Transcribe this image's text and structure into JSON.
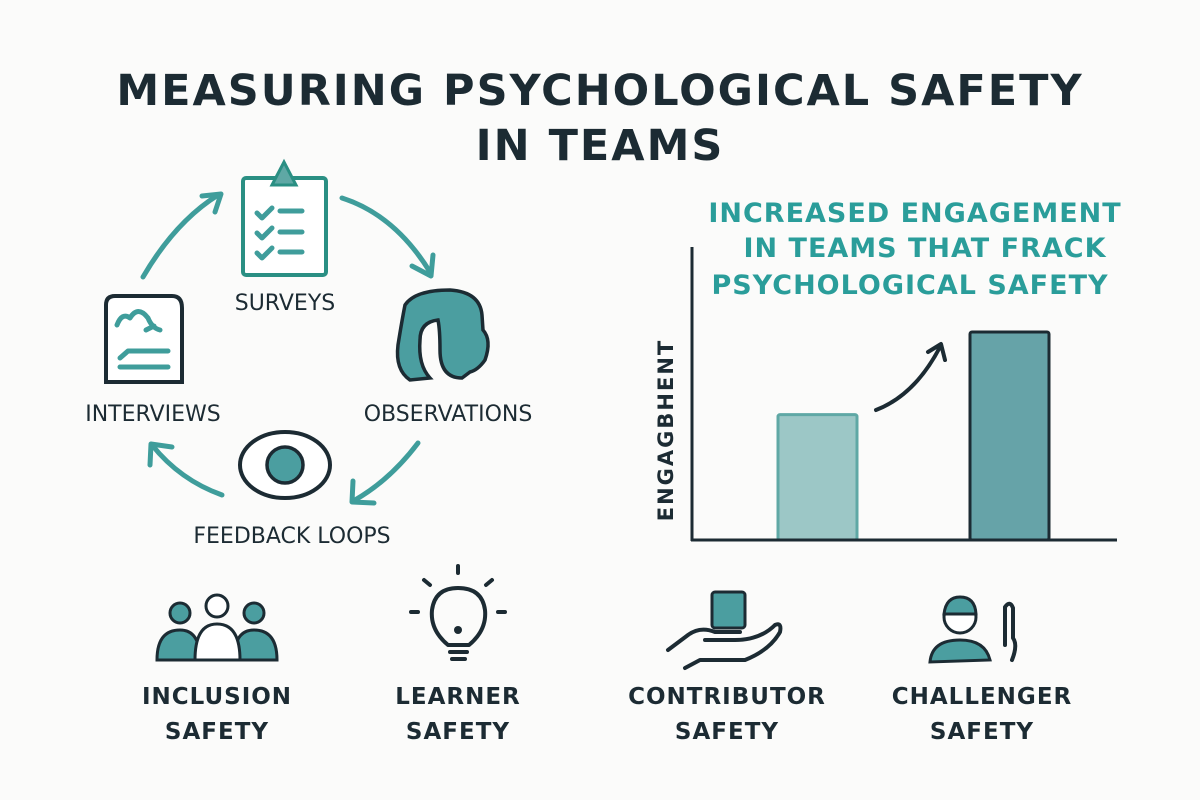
{
  "title": {
    "line1": "MEASURING PSYCHOLOGICAL SAFETY",
    "line2": "IN TEAMS"
  },
  "cycle": {
    "items": [
      {
        "label": "SURVEYS",
        "icon": "clipboard-checklist-icon"
      },
      {
        "label": "OBSERVATIONS",
        "icon": "head-profile-icon"
      },
      {
        "label": "FEEDBACK LOOPS",
        "icon": "eye-icon"
      },
      {
        "label": "INTERVIEWS",
        "icon": "document-icon"
      }
    ]
  },
  "chart_data": {
    "type": "bar",
    "title": [
      "INCREASED ENGAGEMENT",
      "IN TEAMS THAT FRACK",
      "PSYCHOLOGICAL SAFETY"
    ],
    "ylabel": "ENGAGBHENT",
    "xlabel": "",
    "categories": [
      "",
      ""
    ],
    "values": [
      44,
      73
    ],
    "ylim": [
      0,
      100
    ],
    "colors": [
      "#9cc7c6",
      "#66a3a8"
    ],
    "annotation": "upward-arrow"
  },
  "safety_types": [
    {
      "line1": "INCLUSION",
      "line2": "SAFETY",
      "icon": "group-icon"
    },
    {
      "line1": "LEARNER",
      "line2": "SAFETY",
      "icon": "lightbulb-icon"
    },
    {
      "line1": "CONTRIBUTOR",
      "line2": "SAFETY",
      "icon": "hand-with-block-icon"
    },
    {
      "line1": "CHALLENGER",
      "line2": "SAFETY",
      "icon": "person-raising-finger-icon"
    }
  ],
  "colors": {
    "accent": "#2a9d9a",
    "text": "#1c2b33"
  }
}
